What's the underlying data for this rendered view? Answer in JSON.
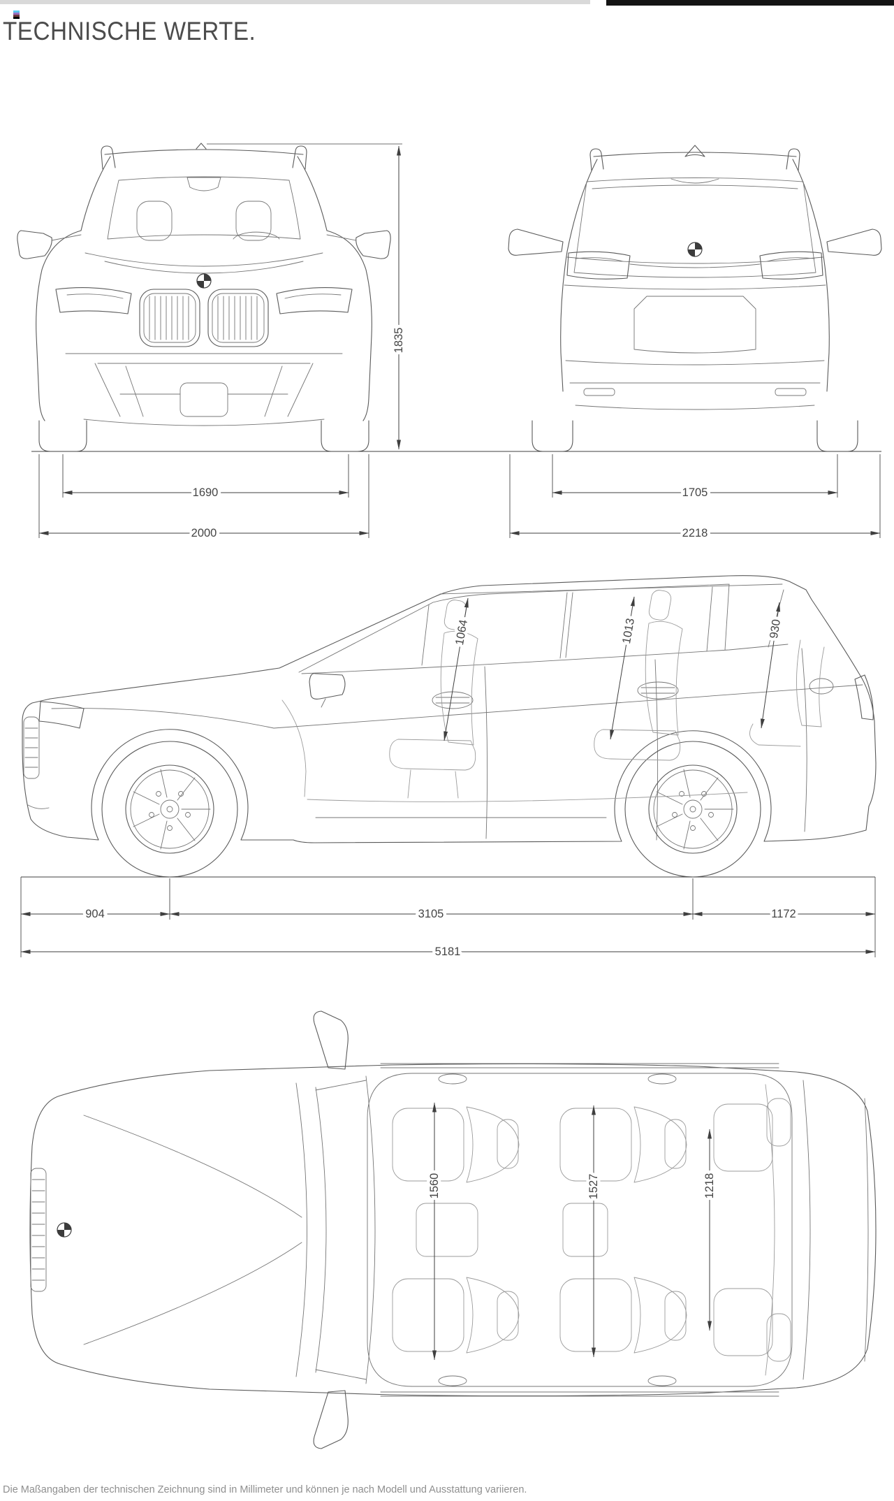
{
  "header": {
    "title": "TECHNISCHE WERTE."
  },
  "footer": {
    "note": "Die Maßangaben der technischen Zeichnung sind in Millimeter und können je nach Modell und Ausstattung variieren."
  },
  "dimensions_mm": {
    "overall_height": "1835",
    "track_front": "1690",
    "width_front": "2000",
    "track_rear": "1705",
    "width_rear": "2218",
    "headroom_row1": "1064",
    "headroom_row2": "1013",
    "headroom_row3": "930",
    "overhang_front": "904",
    "wheelbase": "3105",
    "overhang_rear": "1172",
    "overall_length": "5181",
    "interior_width_row1": "1560",
    "interior_width_row2": "1527",
    "interior_width_row3": "1218"
  },
  "colors": {
    "drawing_line": "#5a5a5a",
    "dimension_line": "#3f3f3f",
    "top_bar_black": "#141414",
    "top_bar_gray": "#d9d9d9",
    "footer_text": "#8f8f8f",
    "registration_marks": [
      "#5ac8f0",
      "#9a6fc0",
      "#6e3a3e",
      "#000000"
    ]
  }
}
